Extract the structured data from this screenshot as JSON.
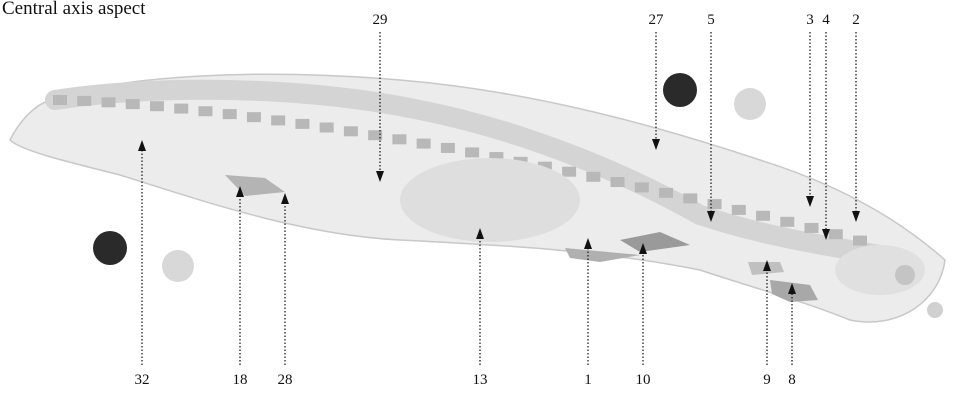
{
  "title": "Central axis aspect",
  "labels_top": [
    "29",
    "27",
    "5",
    "3",
    "4",
    "2"
  ],
  "labels_bottom": [
    "32",
    "18",
    "28",
    "13",
    "1",
    "10",
    "9",
    "8"
  ],
  "colors": {
    "body_outline": "#c8c8c8",
    "body_fill": "#ececec",
    "vertebra": "#b8b8b8",
    "organ_dark": "#9a9a9a",
    "marker_dark": "#2a2a2a",
    "marker_light": "#d8d8d8",
    "arrow": "#111111"
  }
}
